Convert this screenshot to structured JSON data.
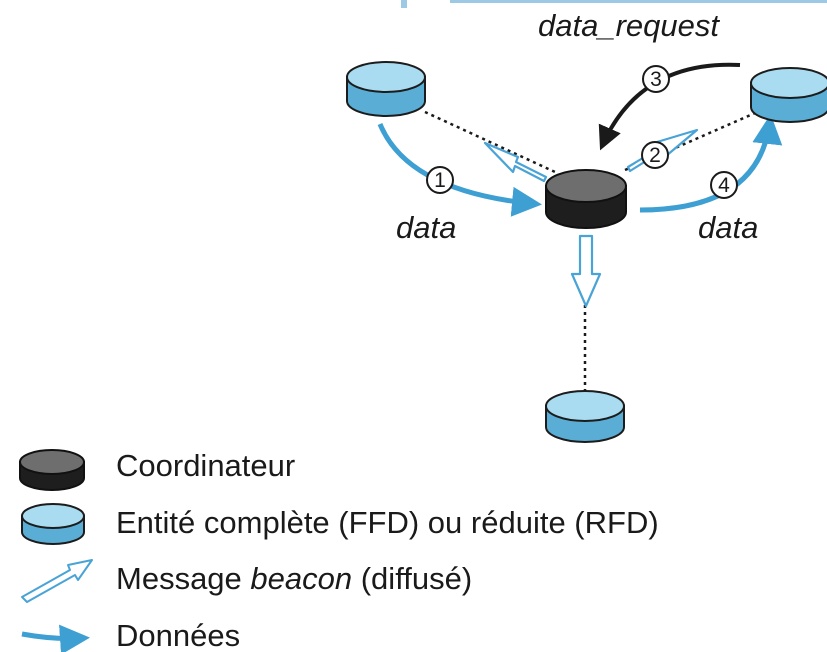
{
  "labels": {
    "data_request": "data_request",
    "data_left": "data",
    "data_right": "data"
  },
  "steps": {
    "one": "1",
    "two": "2",
    "three": "3",
    "four": "4"
  },
  "legend": {
    "coordinator": "Coordinateur",
    "device": "Entité complète (FFD) ou réduite (RFD)",
    "beacon_prefix": "Message ",
    "beacon_em": "beacon",
    "beacon_suffix": " (diffusé)",
    "data": "Données"
  },
  "colors": {
    "device_fill": "#a9dcf0",
    "device_side": "#5aaed6",
    "device_stroke": "#1c1c1c",
    "coordinator_top": "#6e6e6e",
    "coordinator_side": "#1e1e1e",
    "data_arrow": "#3e9fd2",
    "beacon_arrow": "#4aa3d6",
    "request_arrow": "#1a1a1a",
    "link_dotted": "#1a1a1a"
  },
  "icons": {
    "coordinator": "dark-cylinder-node",
    "device": "blue-cylinder-node",
    "beacon": "hollow-arrow",
    "data": "solid-arrow"
  }
}
